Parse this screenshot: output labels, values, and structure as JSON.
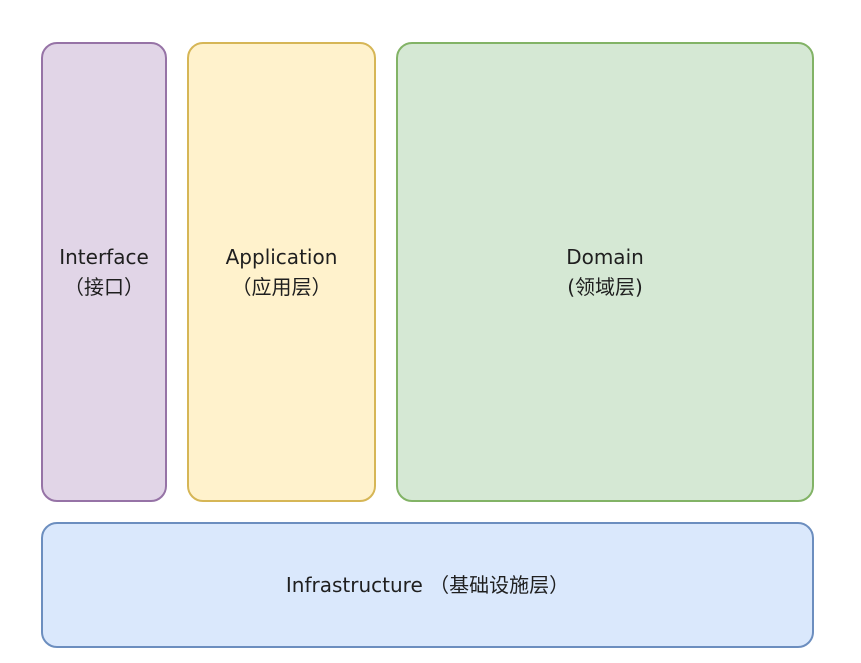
{
  "diagram": {
    "layers": {
      "interface": {
        "name": "Interface",
        "subtitle": "（接口）",
        "fill": "#e1d5e7",
        "stroke": "#9673a6"
      },
      "application": {
        "name": "Application",
        "subtitle": "（应用层）",
        "fill": "#fff2cc",
        "stroke": "#d6b656"
      },
      "domain": {
        "name": "Domain",
        "subtitle": "(领域层)",
        "fill": "#d5e8d4",
        "stroke": "#82b366"
      },
      "infrastructure": {
        "label": "Infrastructure （基础设施层）",
        "fill": "#dae8fc",
        "stroke": "#6c8ebf"
      }
    }
  }
}
